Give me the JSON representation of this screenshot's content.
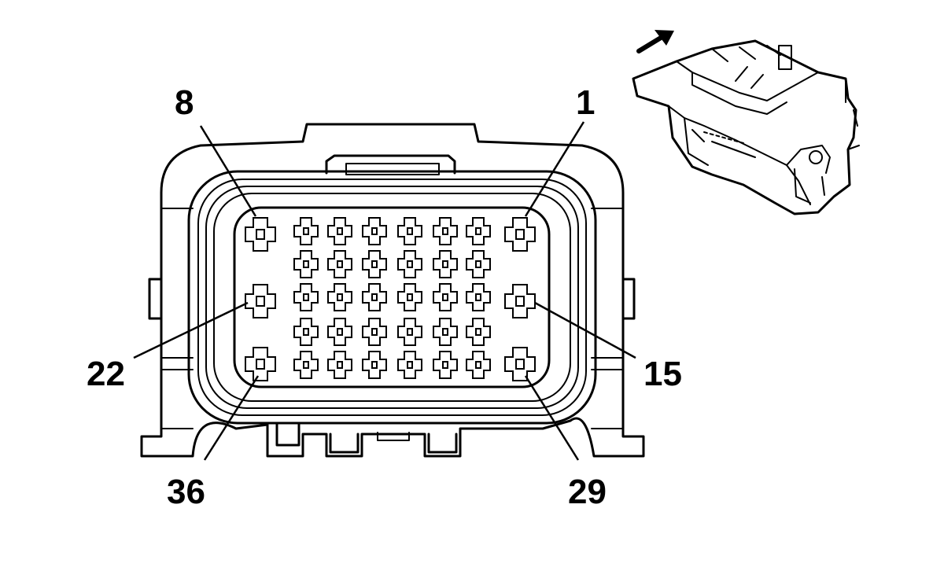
{
  "connector": {
    "pin_labels": {
      "pin1": "1",
      "pin8": "8",
      "pin15": "15",
      "pin22": "22",
      "pin29": "29",
      "pin36": "36"
    }
  },
  "inset": {
    "arrow_icon": "arrow-icon"
  }
}
